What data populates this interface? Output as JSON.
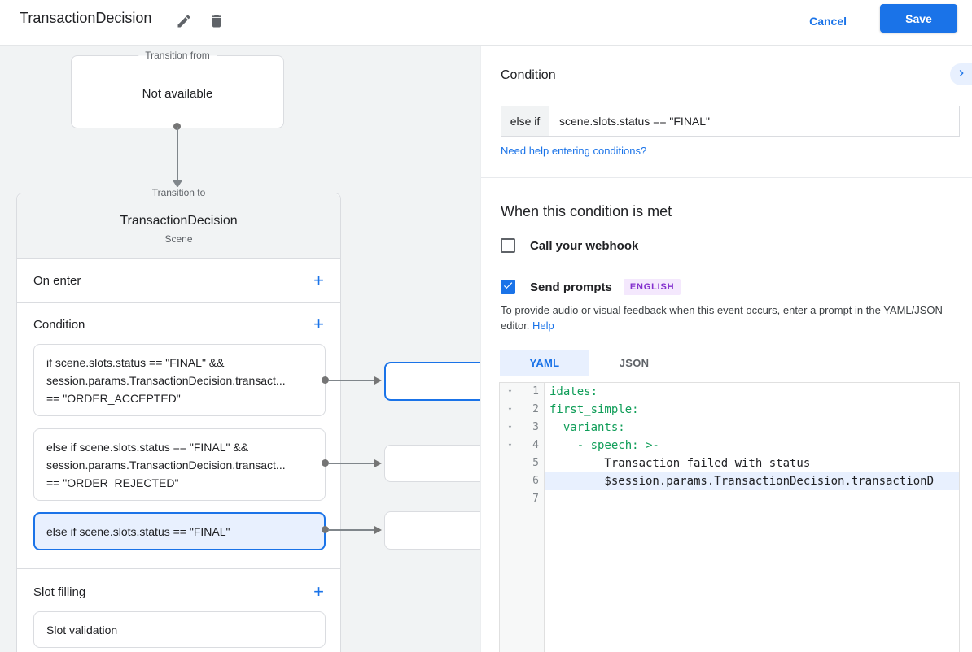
{
  "header": {
    "title": "TransactionDecision",
    "cancel_label": "Cancel",
    "save_label": "Save"
  },
  "icons": {
    "add": "+",
    "fold": "▾"
  },
  "colors": {
    "accent_blue": "#1a73e8",
    "selected_fill": "#e8f0fe",
    "yaml_key_green": "#0f9d58",
    "badge_purple": "#8430ce",
    "badge_bg": "#f4e8fd"
  },
  "diagram": {
    "transition_from": {
      "legend": "Transition from",
      "value": "Not available"
    },
    "scene": {
      "legend": "Transition to",
      "title": "TransactionDecision",
      "subtitle": "Scene",
      "on_enter_label": "On enter",
      "condition_label": "Condition",
      "condition_cards": [
        {
          "text": "if scene.slots.status == \"FINAL\" &&\nsession.params.TransactionDecision.transact...\n== \"ORDER_ACCEPTED\"",
          "selected": false
        },
        {
          "text": "else if scene.slots.status == \"FINAL\" &&\nsession.params.TransactionDecision.transact...\n== \"ORDER_REJECTED\"",
          "selected": false
        },
        {
          "text": "else if scene.slots.status == \"FINAL\"",
          "selected": true
        }
      ],
      "slot_filling_label": "Slot filling",
      "slot_cards": [
        {
          "text": "Slot validation"
        }
      ]
    }
  },
  "panel": {
    "title": "Condition",
    "condition_row": {
      "prefix": "else if",
      "value": "scene.slots.status == \"FINAL\""
    },
    "help_link": "Need help entering conditions?",
    "when_met": {
      "title": "When this condition is met",
      "webhook": {
        "label": "Call your webhook",
        "checked": false
      },
      "prompts": {
        "label": "Send prompts",
        "badge": "ENGLISH",
        "checked": true
      },
      "description": "To provide audio or visual feedback when this event occurs, enter a prompt in the YAML/JSON editor.",
      "description_link": "Help"
    },
    "editor": {
      "tabs": [
        {
          "label": "YAML",
          "selected": true
        },
        {
          "label": "JSON",
          "selected": false
        }
      ],
      "lines": [
        {
          "num": 1,
          "fold": "▾",
          "text": "idates:"
        },
        {
          "num": 2,
          "fold": "▾",
          "text": "first_simple:"
        },
        {
          "num": 3,
          "fold": "▾",
          "text": "  variants:"
        },
        {
          "num": 4,
          "fold": "▾",
          "text": "    - speech: >-"
        },
        {
          "num": 5,
          "fold": "",
          "text": "        Transaction failed with status"
        },
        {
          "num": 6,
          "fold": "",
          "text": "        $session.params.TransactionDecision.transactionD",
          "highlighted": true
        },
        {
          "num": 7,
          "fold": "",
          "text": ""
        }
      ]
    }
  }
}
